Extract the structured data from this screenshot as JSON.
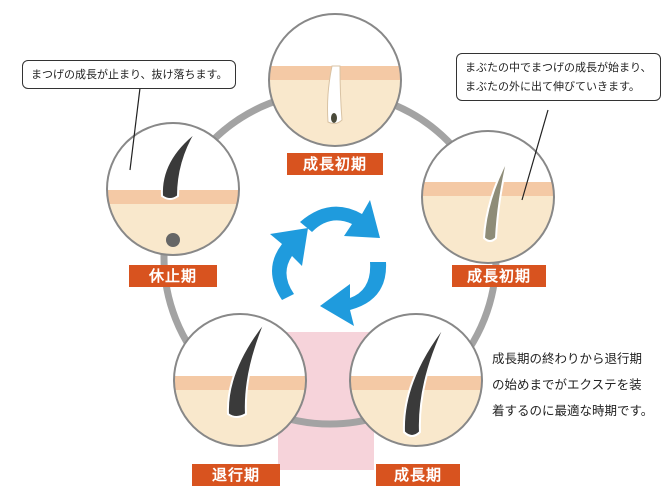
{
  "colors": {
    "ring": "#a3a3a3",
    "skin_light": "#f9e8cc",
    "skin_band": "#f4c9a5",
    "label_bg": "#d8531f",
    "arrow": "#1f9bdd",
    "pink_panel": "#f6d3da",
    "hair_dark": "#3a3a3a"
  },
  "stages": {
    "top": {
      "label": "成長初期"
    },
    "right": {
      "label": "成長初期"
    },
    "bottom_right": {
      "label": "成長期"
    },
    "bottom_left": {
      "label": "退行期"
    },
    "left": {
      "label": "休止期"
    }
  },
  "callouts": {
    "left": "まつげの成長が止まり、抜け落ちます。",
    "right": [
      "まぶたの中でまつげの成長が始まり、",
      "まぶたの外に出て伸びていきます。"
    ]
  },
  "note": [
    "成長期の終わりから退行期",
    "の始めまでがエクステを装",
    "着するのに最適な時期です。"
  ],
  "icons": {
    "center": "cycle-arrows-icon"
  }
}
